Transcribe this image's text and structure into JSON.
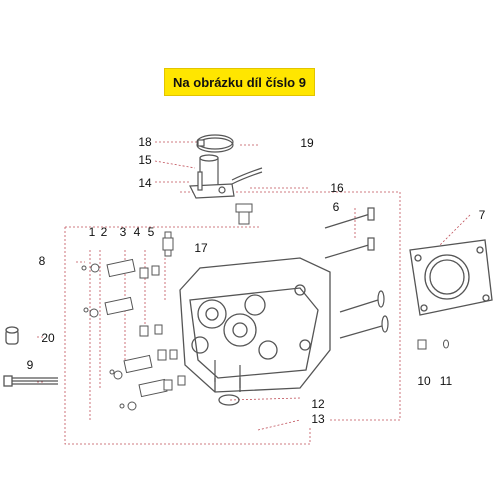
{
  "banner": {
    "text": "Na obrázku díl číslo 9",
    "background": "#ffe600"
  },
  "colors": {
    "line": "#333333",
    "leader": "#c0505a",
    "part": "#555555"
  },
  "callouts": [
    "1",
    "2",
    "3",
    "4",
    "5",
    "6",
    "7",
    "8",
    "9",
    "10",
    "11",
    "12",
    "13",
    "14",
    "15",
    "16",
    "17",
    "18",
    "19",
    "20"
  ],
  "parts": {
    "cylinder_head": "cylinder-head",
    "gasket": "head-gasket",
    "valves": "valve",
    "springs": "valve-spring",
    "clamp": "hose-clamp",
    "thermostat_housing": "thermostat-housing",
    "thermostat": "thermostat",
    "temp_sensor": "temperature-sensor",
    "bolt": "bolt",
    "plug": "plug",
    "o_ring": "o-ring",
    "dowel": "dowel-pin"
  }
}
